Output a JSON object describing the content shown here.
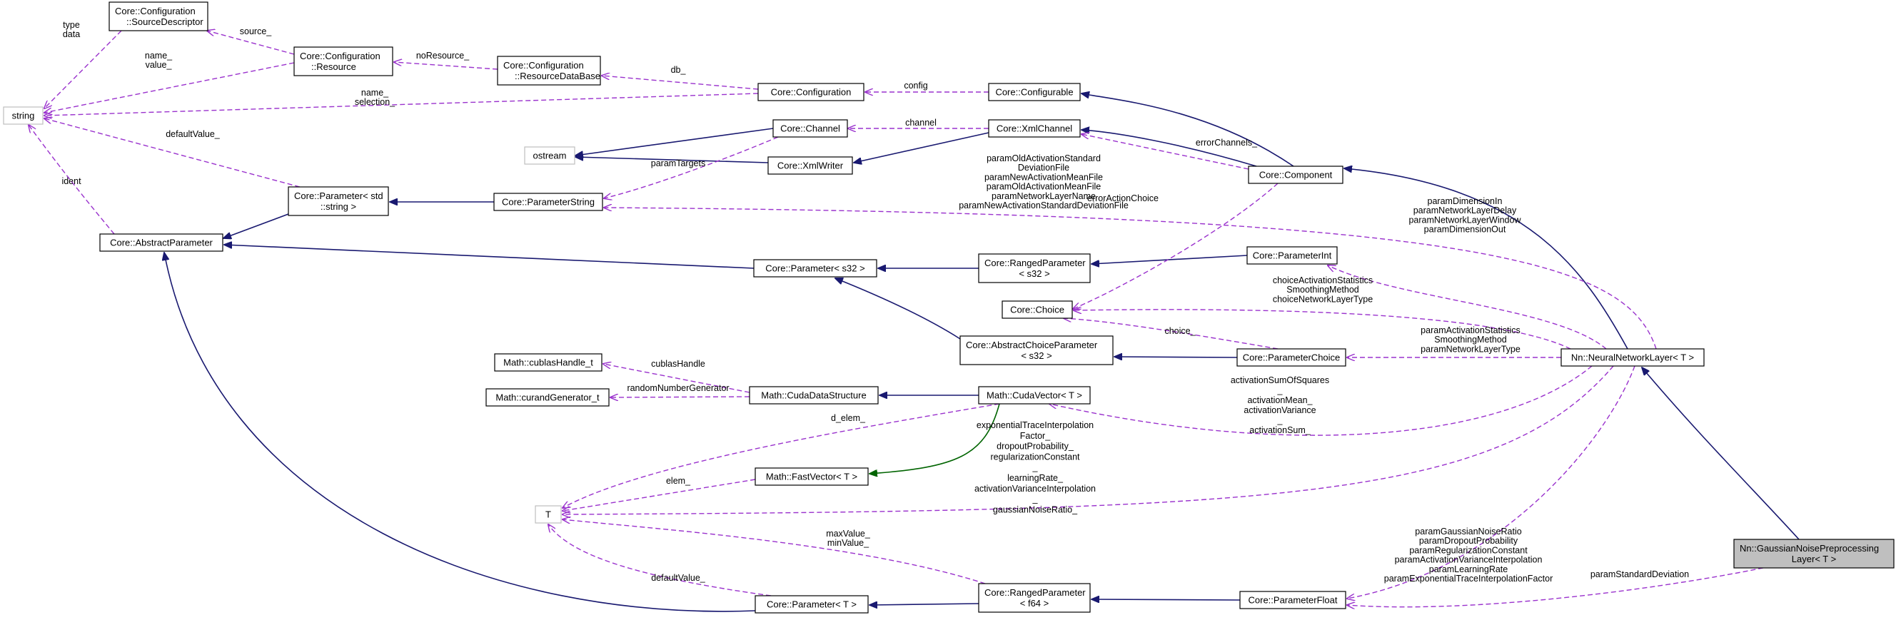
{
  "colors": {
    "inheritance": "#191970",
    "template_instance": "#006400",
    "usage": "#9a32cd",
    "highlighted_node_fill": "#bfbfbf",
    "external_node_border": "#bfbfbf"
  },
  "nodes": {
    "string": [
      "string"
    ],
    "src_desc": [
      "Core::Configuration",
      "::SourceDescriptor"
    ],
    "resource": [
      "Core::Configuration",
      "::Resource"
    ],
    "resdb": [
      "Core::Configuration",
      "::ResourceDataBase"
    ],
    "configuration": [
      "Core::Configuration"
    ],
    "configurable": [
      "Core::Configurable"
    ],
    "ostream": [
      "ostream"
    ],
    "channel": [
      "Core::Channel"
    ],
    "xmlchannel": [
      "Core::XmlChannel"
    ],
    "xmlwriter": [
      "Core::XmlWriter"
    ],
    "component": [
      "Core::Component"
    ],
    "param_std_string": [
      "Core::Parameter< std",
      "::string >"
    ],
    "param_string": [
      "Core::ParameterString"
    ],
    "abstract_param": [
      "Core::AbstractParameter"
    ],
    "param_s32": [
      "Core::Parameter< s32 >"
    ],
    "ranged_s32": [
      "Core::RangedParameter",
      "< s32 >"
    ],
    "param_int": [
      "Core::ParameterInt"
    ],
    "choice": [
      "Core::Choice"
    ],
    "abs_choice": [
      "Core::AbstractChoiceParameter",
      "< s32 >"
    ],
    "param_choice": [
      "Core::ParameterChoice"
    ],
    "nnlayer": [
      "Nn::NeuralNetworkLayer< T >"
    ],
    "cublas": [
      "Math::cublasHandle_t"
    ],
    "curand": [
      "Math::curandGenerator_t"
    ],
    "cudads": [
      "Math::CudaDataStructure"
    ],
    "cudavec": [
      "Math::CudaVector< T >"
    ],
    "fastvec": [
      "Math::FastVector< T >"
    ],
    "T": [
      "T"
    ],
    "gaussian": [
      "Nn::GaussianNoisePreprocessing",
      "Layer< T >"
    ],
    "param_T": [
      "Core::Parameter< T >"
    ],
    "ranged_f64": [
      "Core::RangedParameter",
      "< f64 >"
    ],
    "param_float": [
      "Core::ParameterFloat"
    ]
  },
  "edge_labels": {
    "source": [
      "source_"
    ],
    "type_data": [
      "type",
      "data"
    ],
    "name_value": [
      "name_",
      "value_"
    ],
    "noresource": [
      "noResource_"
    ],
    "db": [
      "db_"
    ],
    "config": [
      "config"
    ],
    "name_selection": [
      "name_",
      "selection_"
    ],
    "channel": [
      "channel"
    ],
    "defaultvalue_str": [
      "defaultValue_"
    ],
    "paramtargets": [
      "paramTargets"
    ],
    "errorchannels": [
      "errorChannels_"
    ],
    "ident": [
      "ident"
    ],
    "param_strings": [
      "paramOldActivationStandard",
      "DeviationFile",
      "paramNewActivationMeanFile",
      "paramOldActivationMeanFile",
      "paramNetworkLayerName",
      "paramNewActivationStandardDeviationFile"
    ],
    "erroraction": [
      "errorActionChoice"
    ],
    "param_ints": [
      "paramDimensionIn",
      "paramNetworkLayerDelay",
      "paramNetworkLayerWindow",
      "paramDimensionOut"
    ],
    "choice_vars": [
      "choiceActivationStatistics",
      "SmoothingMethod",
      "choiceNetworkLayerType"
    ],
    "choice_": [
      "choice_"
    ],
    "param_choices": [
      "paramActivationStatistics",
      "SmoothingMethod",
      "paramNetworkLayerType"
    ],
    "cublashandle": [
      "cublasHandle"
    ],
    "randomgen": [
      "randomNumberGenerator"
    ],
    "cuda_vecs": [
      "activationSumOfSquares",
      "_",
      "activationMean_",
      "activationVariance",
      "_",
      "activationSum_"
    ],
    "d_elem": [
      "d_elem_"
    ],
    "t_vars": [
      "exponentialTraceInterpolation",
      "Factor_",
      "dropoutProbability_",
      "regularizationConstant",
      "_",
      "learningRate_",
      "activationVarianceInterpolation",
      "_",
      "gaussianNoiseRatio_"
    ],
    "elem": [
      "elem_"
    ],
    "max_min": [
      "maxValue_",
      "minValue_"
    ],
    "defaultvalue_t": [
      "defaultValue_"
    ],
    "param_floats": [
      "paramGaussianNoiseRatio",
      "paramDropoutProbability",
      "paramRegularizationConstant",
      "paramActivationVarianceInterpolation",
      "paramLearningRate",
      "paramExponentialTraceInterpolationFactor"
    ],
    "stddev": [
      "paramStandardDeviation"
    ]
  }
}
